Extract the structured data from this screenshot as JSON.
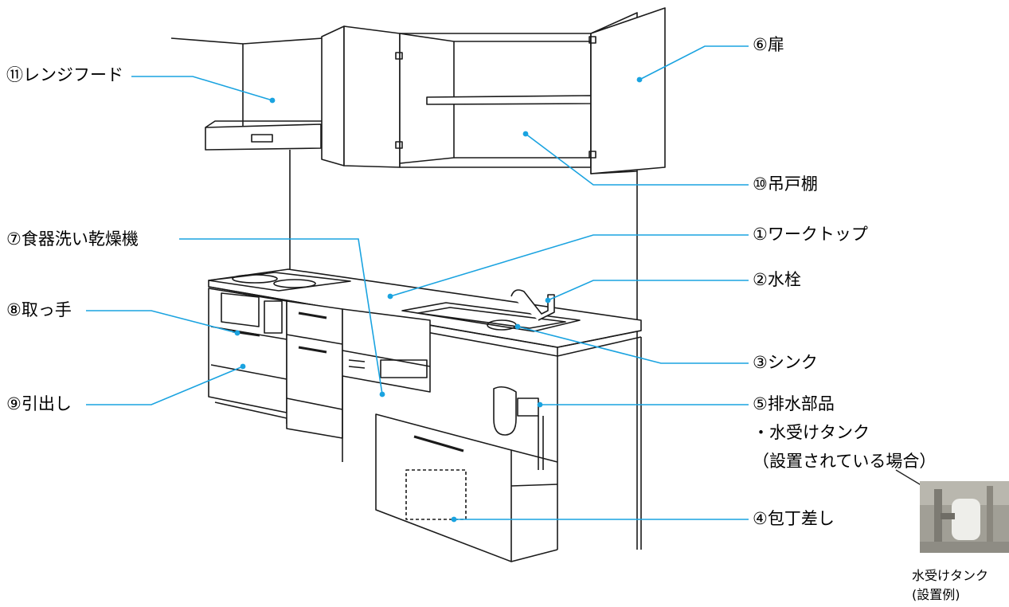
{
  "labels": {
    "range_hood": "⑪レンジフード",
    "door": "⑥扉",
    "wall_cabinet": "⑩吊戸棚",
    "dishwasher": "⑦食器洗い乾燥機",
    "worktop": "①ワークトップ",
    "faucet": "②水栓",
    "handle": "⑧取っ手",
    "sink": "③シンク",
    "drawer": "⑨引出し",
    "drain_parts": "⑤排水部品",
    "water_tank": "・水受けタンク",
    "if_installed": "（設置されている場合）",
    "knife_holder": "④包丁差し"
  },
  "photo_caption": {
    "line1": "水受けタンク",
    "line2": "(設置例)"
  },
  "colors": {
    "leader": "#1aa3e0",
    "line": "#1a1a1a"
  }
}
